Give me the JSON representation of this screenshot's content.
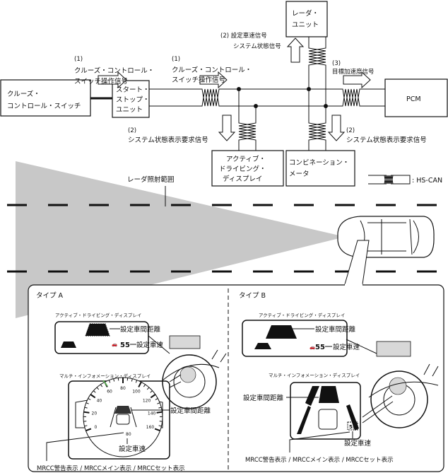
{
  "blocks": {
    "cruise_switch": [
      "クルーズ・",
      "コントロール・スイッチ"
    ],
    "start_stop": [
      "スタート・",
      "ストップ・",
      "ユニット"
    ],
    "radar": [
      "レーダ・",
      "ユニット"
    ],
    "pcm": "PCM",
    "add": [
      "アクティブ・",
      "ドライビング・",
      "ディスプレイ"
    ],
    "meter": [
      "コンビネーション・",
      "メータ"
    ]
  },
  "signals": {
    "s1a": [
      "(1)",
      "クルーズ・コントロール・",
      "スイッチ操作信号"
    ],
    "s1b": [
      "(1)",
      "クルーズ・コントロール・",
      "スイッチ操作信号"
    ],
    "s2_radar": [
      "(2) 設定車速信号",
      "システム状態信号"
    ],
    "s3": [
      "(3)",
      "目標加速度信号"
    ],
    "s2_add": [
      "(2)",
      "システム状態表示要求信号"
    ],
    "s2_meter": [
      "(2)",
      "システム状態表示要求信号"
    ]
  },
  "legend": {
    "label": ": HS-CAN"
  },
  "road": {
    "radar_range_label": "レーダ照射範囲"
  },
  "panel": {
    "type_a": {
      "title": "タイプ A",
      "add_label": "アクティブ・ドライビング・ディスプレイ",
      "add_distance": "設定車間距離",
      "add_speed": "設定車速",
      "set_speed_value": "55",
      "mid_label": "マルチ・インフォメーション・ディスプレイ",
      "gauge_ticks": [
        "0",
        "20",
        "40",
        "60",
        "80",
        "100",
        "120",
        "140",
        "160"
      ],
      "mid_distance": "設定車間距離",
      "mid_speed": "設定車速",
      "mid_speed_value": "80",
      "mrcc": "MRCC警告表示 / MRCCメイン表示 / MRCCセット表示"
    },
    "type_b": {
      "title": "タイプ B",
      "add_label": "アクティブ・ドライビング・ディスプレイ",
      "add_distance": "設定車間距離",
      "add_speed": "設定車速",
      "set_speed_value": "55",
      "mid_label": "マルチ・インフォメーション・ディスプレイ",
      "mid_distance": "設定車間距離",
      "mid_speed": "設定車速",
      "mid_speed_value": "55",
      "mrcc": "MRCC警告表示 / MRCCメイン表示 / MRCCセット表示"
    }
  },
  "colors": {
    "radar_area": "#c8c8c8",
    "screen_fill": "#d8d8d8",
    "needle": "#5ab552"
  }
}
